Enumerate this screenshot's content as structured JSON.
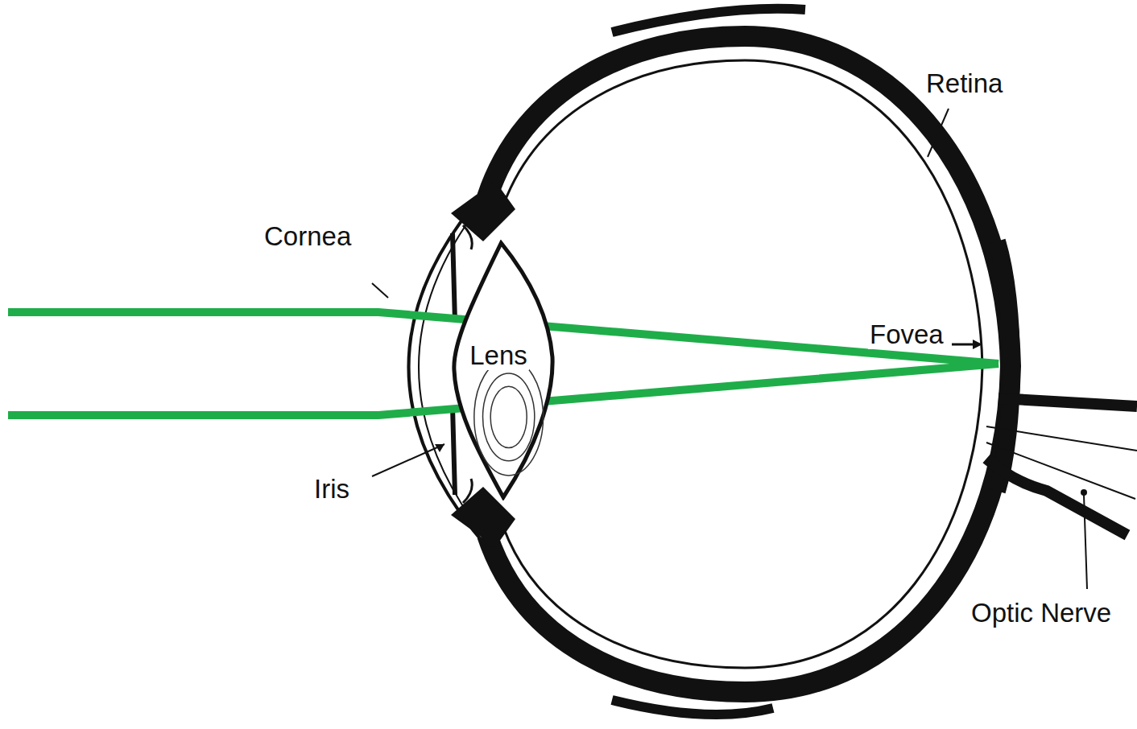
{
  "diagram": {
    "nodes": [
      {
        "text": [
          "Lens"
        ]
      }
    ],
    "labels": [
      "Cornea",
      "Iris",
      "Retina",
      "Fovea",
      "Optic Nerve"
    ]
  }
}
